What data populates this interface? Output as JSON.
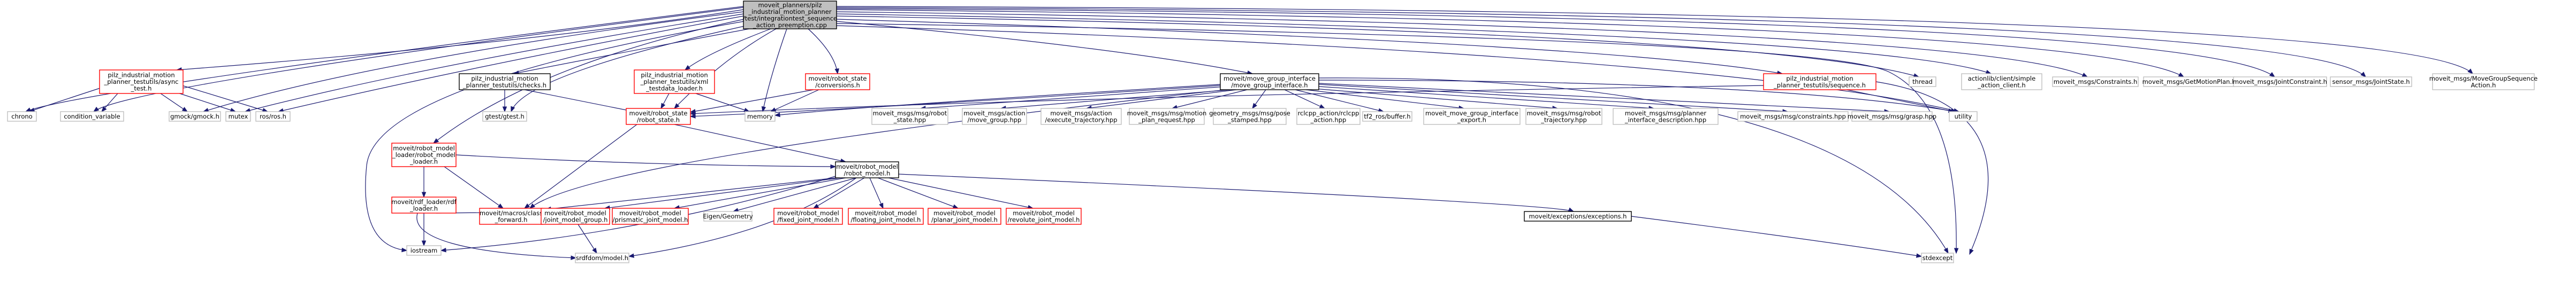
{
  "diagram": {
    "colors": {
      "edge": "#191970",
      "root_fill": "#bfbfbf",
      "node_fill": "#ffffff",
      "node_border_plain": "#bfbfbf",
      "node_border_linked": "#000000",
      "node_border_external": "#ff0000"
    },
    "nodes": [
      {
        "id": "root",
        "kind": "root",
        "lines": [
          "moveit_planners/pilz",
          "_industrial_motion_planner",
          "/test/integrationtest_sequence",
          "_action_preemption.cpp"
        ]
      },
      {
        "id": "chrono",
        "kind": "plain",
        "lines": [
          "chrono"
        ]
      },
      {
        "id": "condvar",
        "kind": "plain",
        "lines": [
          "condition_variable"
        ]
      },
      {
        "id": "asynctest",
        "kind": "external",
        "lines": [
          "pilz_industrial_motion",
          "_planner_testutils/async",
          "_test.h"
        ]
      },
      {
        "id": "gmock",
        "kind": "plain",
        "lines": [
          "gmock/gmock.h"
        ]
      },
      {
        "id": "mutex",
        "kind": "plain",
        "lines": [
          "mutex"
        ]
      },
      {
        "id": "rosros",
        "kind": "plain",
        "lines": [
          "ros/ros.h"
        ]
      },
      {
        "id": "rmloader",
        "kind": "external",
        "lines": [
          "moveit/robot_model",
          "_loader/robot_model",
          "_loader.h"
        ]
      },
      {
        "id": "rdfloader",
        "kind": "external",
        "lines": [
          "moveit/rdf_loader/rdf",
          "_loader.h"
        ]
      },
      {
        "id": "iostream",
        "kind": "plain",
        "lines": [
          "iostream"
        ]
      },
      {
        "id": "checks",
        "kind": "linked",
        "lines": [
          "pilz_industrial_motion",
          "_planner_testutils/checks.h"
        ]
      },
      {
        "id": "gtest",
        "kind": "plain",
        "lines": [
          "gtest/gtest.h"
        ]
      },
      {
        "id": "xmlloader",
        "kind": "external",
        "lines": [
          "pilz_industrial_motion",
          "_planner_testutils/xml",
          "_testdata_loader.h"
        ]
      },
      {
        "id": "conversions",
        "kind": "external",
        "lines": [
          "moveit/robot_state",
          "/conversions.h"
        ]
      },
      {
        "id": "memory",
        "kind": "plain",
        "lines": [
          "memory"
        ]
      },
      {
        "id": "robotstate",
        "kind": "external",
        "lines": [
          "moveit/robot_state",
          "/robot_state.h"
        ]
      },
      {
        "id": "mgi",
        "kind": "linked",
        "lines": [
          "moveit/move_group_interface",
          "/move_group_interface.h"
        ]
      },
      {
        "id": "msgrobotstate",
        "kind": "plain",
        "lines": [
          "moveit_msgs/msg/robot",
          "_state.hpp"
        ]
      },
      {
        "id": "movegroupaction",
        "kind": "plain",
        "lines": [
          "moveit_msgs/action",
          "/move_group.hpp"
        ]
      },
      {
        "id": "exectraj",
        "kind": "plain",
        "lines": [
          "moveit_msgs/action",
          "/execute_trajectory.hpp"
        ]
      },
      {
        "id": "planreq",
        "kind": "plain",
        "lines": [
          "moveit_msgs/msg/motion",
          "_plan_request.hpp"
        ]
      },
      {
        "id": "posestamped",
        "kind": "plain",
        "lines": [
          "geometry_msgs/msg/pose",
          "_stamped.hpp"
        ]
      },
      {
        "id": "rclcpp",
        "kind": "plain",
        "lines": [
          "rclcpp_action/rclcpp",
          "_action.hpp"
        ]
      },
      {
        "id": "tf2",
        "kind": "plain",
        "lines": [
          "tf2_ros/buffer.h"
        ]
      },
      {
        "id": "mgiexport",
        "kind": "plain",
        "lines": [
          "moveit_move_group_interface",
          "_export.h"
        ]
      },
      {
        "id": "robottraj",
        "kind": "plain",
        "lines": [
          "moveit_msgs/msg/robot",
          "_trajectory.hpp"
        ]
      },
      {
        "id": "plannerdesc",
        "kind": "plain",
        "lines": [
          "moveit_msgs/msg/planner",
          "_interface_description.hpp"
        ]
      },
      {
        "id": "constraintshpp",
        "kind": "plain",
        "lines": [
          "moveit_msgs/msg/constraints.hpp"
        ]
      },
      {
        "id": "grasp",
        "kind": "plain",
        "lines": [
          "moveit_msgs/msg/grasp.hpp"
        ]
      },
      {
        "id": "utility",
        "kind": "plain",
        "lines": [
          "utility"
        ]
      },
      {
        "id": "sequence",
        "kind": "external",
        "lines": [
          "pilz_industrial_motion",
          "_planner_testutils/sequence.h"
        ]
      },
      {
        "id": "thread",
        "kind": "plain",
        "lines": [
          "thread"
        ]
      },
      {
        "id": "simpleclient",
        "kind": "plain",
        "lines": [
          "actionlib/client/simple",
          "_action_client.h"
        ]
      },
      {
        "id": "constraints_h",
        "kind": "plain",
        "lines": [
          "moveit_msgs/Constraints.h"
        ]
      },
      {
        "id": "getmotionplan",
        "kind": "plain",
        "lines": [
          "moveit_msgs/GetMotionPlan.h"
        ]
      },
      {
        "id": "jointconstraint",
        "kind": "plain",
        "lines": [
          "moveit_msgs/JointConstraint.h"
        ]
      },
      {
        "id": "jointstate",
        "kind": "plain",
        "lines": [
          "sensor_msgs/JointState.h"
        ]
      },
      {
        "id": "mgsaction",
        "kind": "plain",
        "lines": [
          "moveit_msgs/MoveGroupSequence",
          "Action.h"
        ]
      },
      {
        "id": "robotmodel",
        "kind": "linked",
        "lines": [
          "moveit/robot_model",
          "/robot_model.h"
        ]
      },
      {
        "id": "classfwd",
        "kind": "external",
        "lines": [
          "moveit/macros/class",
          "_forward.h"
        ]
      },
      {
        "id": "jmg",
        "kind": "external",
        "lines": [
          "moveit/robot_model",
          "/joint_model_group.h"
        ]
      },
      {
        "id": "prismatic",
        "kind": "external",
        "lines": [
          "moveit/robot_model",
          "/prismatic_joint_model.h"
        ]
      },
      {
        "id": "eigengeom",
        "kind": "plain",
        "lines": [
          "Eigen/Geometry"
        ]
      },
      {
        "id": "fixed",
        "kind": "external",
        "lines": [
          "moveit/robot_model",
          "/fixed_joint_model.h"
        ]
      },
      {
        "id": "floating",
        "kind": "external",
        "lines": [
          "moveit/robot_model",
          "/floating_joint_model.h"
        ]
      },
      {
        "id": "planar",
        "kind": "external",
        "lines": [
          "moveit/robot_model",
          "/planar_joint_model.h"
        ]
      },
      {
        "id": "revolute",
        "kind": "external",
        "lines": [
          "moveit/robot_model",
          "/revolute_joint_model.h"
        ]
      },
      {
        "id": "exceptions",
        "kind": "linked",
        "lines": [
          "moveit/exceptions/exceptions.h"
        ]
      },
      {
        "id": "stdexcept",
        "kind": "plain",
        "lines": [
          "stdexcept"
        ]
      },
      {
        "id": "srdfmodel",
        "kind": "plain",
        "lines": [
          "srdfdom/model.h"
        ]
      }
    ]
  }
}
